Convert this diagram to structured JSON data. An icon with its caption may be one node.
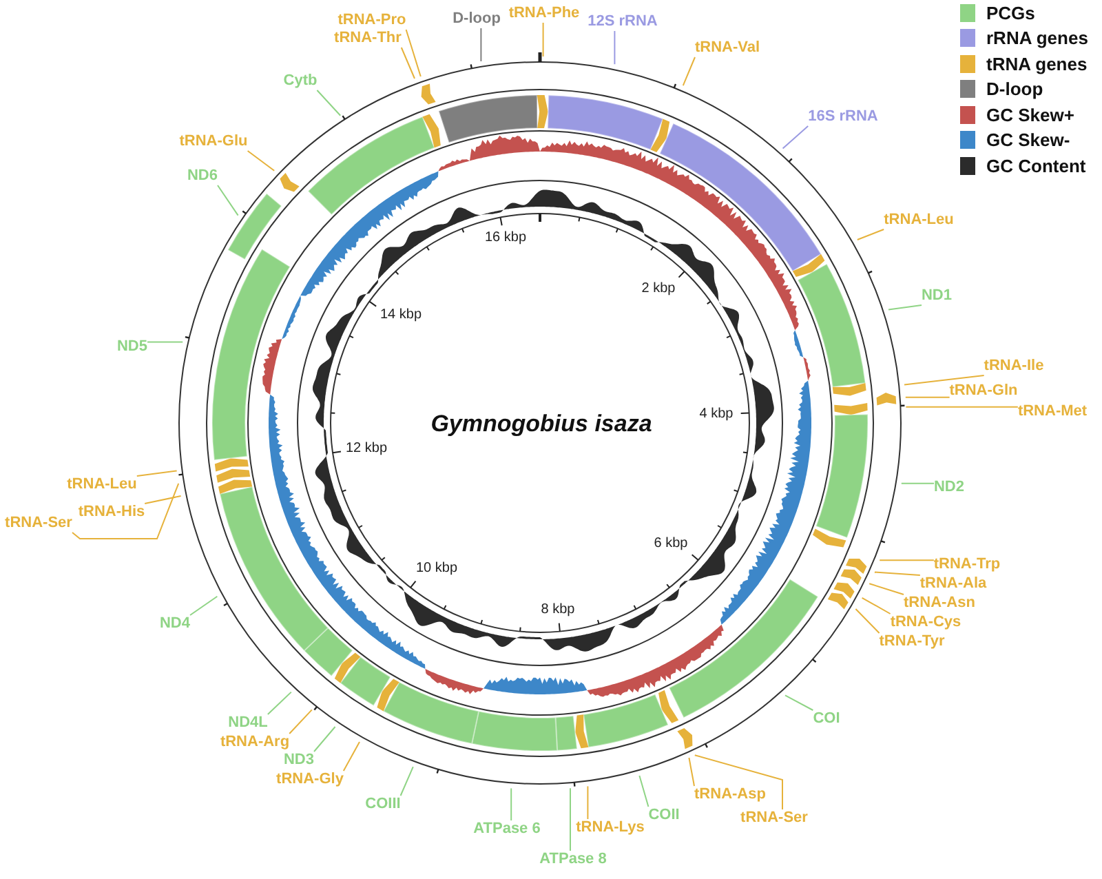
{
  "diagram": {
    "title": "Gymnogobius isaza",
    "nodes": [
      {
        "text": [
          "D-loop"
        ]
      },
      {
        "text": [
          "tRNA-Phe"
        ]
      },
      {
        "text": [
          "12S rRNA"
        ]
      },
      {
        "text": [
          "tRNA-Val"
        ]
      },
      {
        "text": [
          "16S rRNA"
        ]
      },
      {
        "text": [
          "tRNA-Leu"
        ]
      },
      {
        "text": [
          "ND1"
        ]
      },
      {
        "text": [
          "tRNA-Ile"
        ]
      },
      {
        "text": [
          "tRNA-Gln"
        ]
      },
      {
        "text": [
          "tRNA-Met"
        ]
      },
      {
        "text": [
          "ND2"
        ]
      },
      {
        "text": [
          "tRNA-Trp"
        ]
      },
      {
        "text": [
          "tRNA-Asn"
        ]
      },
      {
        "text": [
          "tRNA-Ala"
        ]
      },
      {
        "text": [
          "tRNA-Tyr"
        ]
      },
      {
        "text": [
          "tRNA-Cys"
        ]
      },
      {
        "text": [
          "COI"
        ]
      },
      {
        "text": [
          "tRNA-Asp"
        ]
      },
      {
        "text": [
          "tRNA-Ser"
        ]
      },
      {
        "text": [
          "COII"
        ]
      },
      {
        "text": [
          "tRNA-Lys"
        ]
      },
      {
        "text": [
          "ATPase 8"
        ]
      },
      {
        "text": [
          "ATPase 6"
        ]
      },
      {
        "text": [
          "COIII"
        ]
      },
      {
        "text": [
          "tRNA-Gly"
        ]
      },
      {
        "text": [
          "ND3"
        ]
      },
      {
        "text": [
          "tRNA-Arg"
        ]
      },
      {
        "text": [
          "ND4L"
        ]
      },
      {
        "text": [
          "ND4"
        ]
      },
      {
        "text": [
          "tRNA-Leu"
        ]
      },
      {
        "text": [
          "tRNA-His"
        ]
      },
      {
        "text": [
          "tRNA-Ser"
        ]
      },
      {
        "text": [
          "ND5"
        ]
      },
      {
        "text": [
          "ND6"
        ]
      },
      {
        "text": [
          "tRNA-Glu"
        ]
      },
      {
        "text": [
          "Cytb"
        ]
      },
      {
        "text": [
          "tRNA-Thr"
        ]
      },
      {
        "text": [
          "tRNA-Pro"
        ]
      }
    ],
    "edges": [
      {
        "from": 0,
        "to": null,
        "arrow": "none",
        "color": "#7f7f7f"
      },
      {
        "from": 1,
        "to": null,
        "arrow": "none"
      },
      {
        "from": 2,
        "to": null,
        "arrow": "none",
        "color": "#9a9ae2"
      },
      {
        "from": 3,
        "to": null,
        "arrow": "none"
      },
      {
        "from": 4,
        "to": null,
        "arrow": "none",
        "color": "#9a9ae2"
      },
      {
        "from": 5,
        "to": null,
        "arrow": "none"
      },
      {
        "from": 6,
        "to": null,
        "arrow": "none",
        "color": "#8fd485"
      },
      {
        "from": 7,
        "to": null,
        "arrow": "none"
      },
      {
        "from": 8,
        "to": null,
        "arrow": "none"
      },
      {
        "from": 9,
        "to": null,
        "arrow": "none"
      },
      {
        "from": 10,
        "to": null,
        "arrow": "none",
        "color": "#8fd485"
      },
      {
        "from": 11,
        "to": null,
        "arrow": "none"
      },
      {
        "from": 12,
        "to": null,
        "arrow": "none"
      },
      {
        "from": 13,
        "to": null,
        "arrow": "none"
      },
      {
        "from": 14,
        "to": null,
        "arrow": "none"
      },
      {
        "from": 15,
        "to": null,
        "arrow": "none"
      },
      {
        "from": 16,
        "to": null,
        "arrow": "none",
        "color": "#8fd485"
      },
      {
        "from": 17,
        "to": null,
        "arrow": "none"
      },
      {
        "from": 18,
        "to": null,
        "arrow": "none"
      },
      {
        "from": 19,
        "to": null,
        "arrow": "none",
        "color": "#8fd485"
      },
      {
        "from": 20,
        "to": null,
        "arrow": "none"
      },
      {
        "from": 21,
        "to": null,
        "arrow": "none",
        "color": "#8fd485"
      },
      {
        "from": 22,
        "to": null,
        "arrow": "none",
        "color": "#8fd485"
      },
      {
        "from": 23,
        "to": null,
        "arrow": "none",
        "color": "#8fd485"
      },
      {
        "from": 24,
        "to": null,
        "arrow": "none"
      },
      {
        "from": 25,
        "to": null,
        "arrow": "none",
        "color": "#8fd485"
      },
      {
        "from": 26,
        "to": null,
        "arrow": "none"
      },
      {
        "from": 27,
        "to": null,
        "arrow": "none",
        "color": "#8fd485"
      },
      {
        "from": 28,
        "to": null,
        "arrow": "none",
        "color": "#8fd485"
      },
      {
        "from": 29,
        "to": null,
        "arrow": "none"
      },
      {
        "from": 30,
        "to": null,
        "arrow": "none"
      },
      {
        "from": 31,
        "to": null,
        "arrow": "none"
      },
      {
        "from": 32,
        "to": null,
        "arrow": "none",
        "color": "#8fd485"
      },
      {
        "from": 33,
        "to": null,
        "arrow": "none",
        "color": "#8fd485"
      },
      {
        "from": 34,
        "to": null,
        "arrow": "none"
      },
      {
        "from": 35,
        "to": null,
        "arrow": "none",
        "color": "#8fd485"
      },
      {
        "from": 36,
        "to": null,
        "arrow": "none"
      },
      {
        "from": 37,
        "to": null,
        "arrow": "none"
      }
    ],
    "labels": [
      "2 kbp",
      "4 kbp",
      "6 kbp",
      "8 kbp",
      "10 kbp",
      "12 kbp",
      "14 kbp",
      "16 kbp"
    ],
    "legend": [
      {
        "text": "PCGs",
        "color": "#8fd485"
      },
      {
        "text": "rRNA genes",
        "color": "#9a9ae2"
      },
      {
        "text": "tRNA genes",
        "color": "#e6b23b"
      },
      {
        "text": "D-loop",
        "color": "#7f7f7f"
      },
      {
        "text": "GC Skew+",
        "color": "#c4524f"
      },
      {
        "text": "GC Skew-",
        "color": "#3d87c9"
      },
      {
        "text": "GC Content",
        "color": "#2b2b2b"
      }
    ]
  }
}
